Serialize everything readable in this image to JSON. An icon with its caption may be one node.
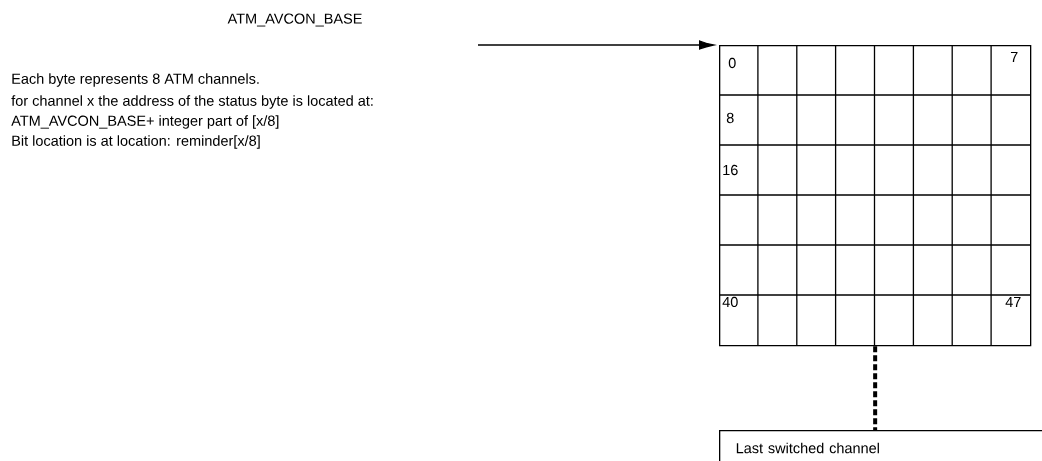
{
  "diagram": {
    "nodes": [
      {
        "text": [],
        "shape": "box"
      },
      {
        "text": [
          "Last switched channel"
        ]
      }
    ],
    "edges": [
      {
        "from": null,
        "to": 0,
        "arrow": "to"
      },
      {
        "from": 0,
        "to": 1,
        "arrow": "none",
        "style": "dashed"
      }
    ],
    "labels": [
      "ATM_AVCON_BASE",
      "Each byte represents 8 ATM channels.",
      "for channel x the address of the status byte is located at:",
      "ATM_AVCON_BASE+ integer part of [x/8]",
      "Bit location is at location: reminder[x/8]",
      "0",
      "7",
      "8",
      "16",
      "40",
      "47"
    ]
  }
}
